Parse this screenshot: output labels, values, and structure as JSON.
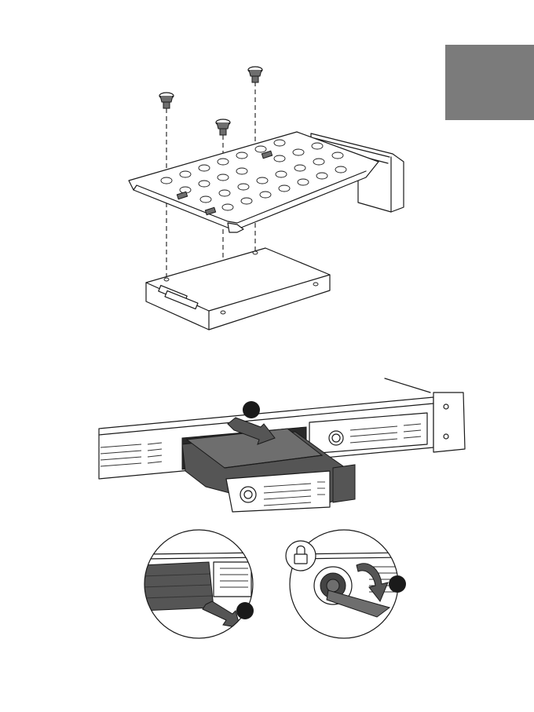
{
  "page": {
    "tab_color": "#7b7b7b",
    "ink_color": "#1a1a1a",
    "tray_color": "#555555"
  },
  "figures": [
    {
      "name": "fig-attach-drive-to-tray",
      "icon": "screw-icon"
    },
    {
      "name": "fig-insert-tray-into-nas",
      "icon": "arrow-icon"
    },
    {
      "name": "fig-close-latch",
      "icon": "arrow-icon"
    },
    {
      "name": "fig-lock-tray",
      "icon": "lock-icon"
    }
  ],
  "callouts": [
    {
      "name": "callout-step-1",
      "color": "#1a1a1a"
    },
    {
      "name": "callout-step-2",
      "color": "#1a1a1a"
    },
    {
      "name": "callout-step-3",
      "color": "#1a1a1a"
    }
  ]
}
